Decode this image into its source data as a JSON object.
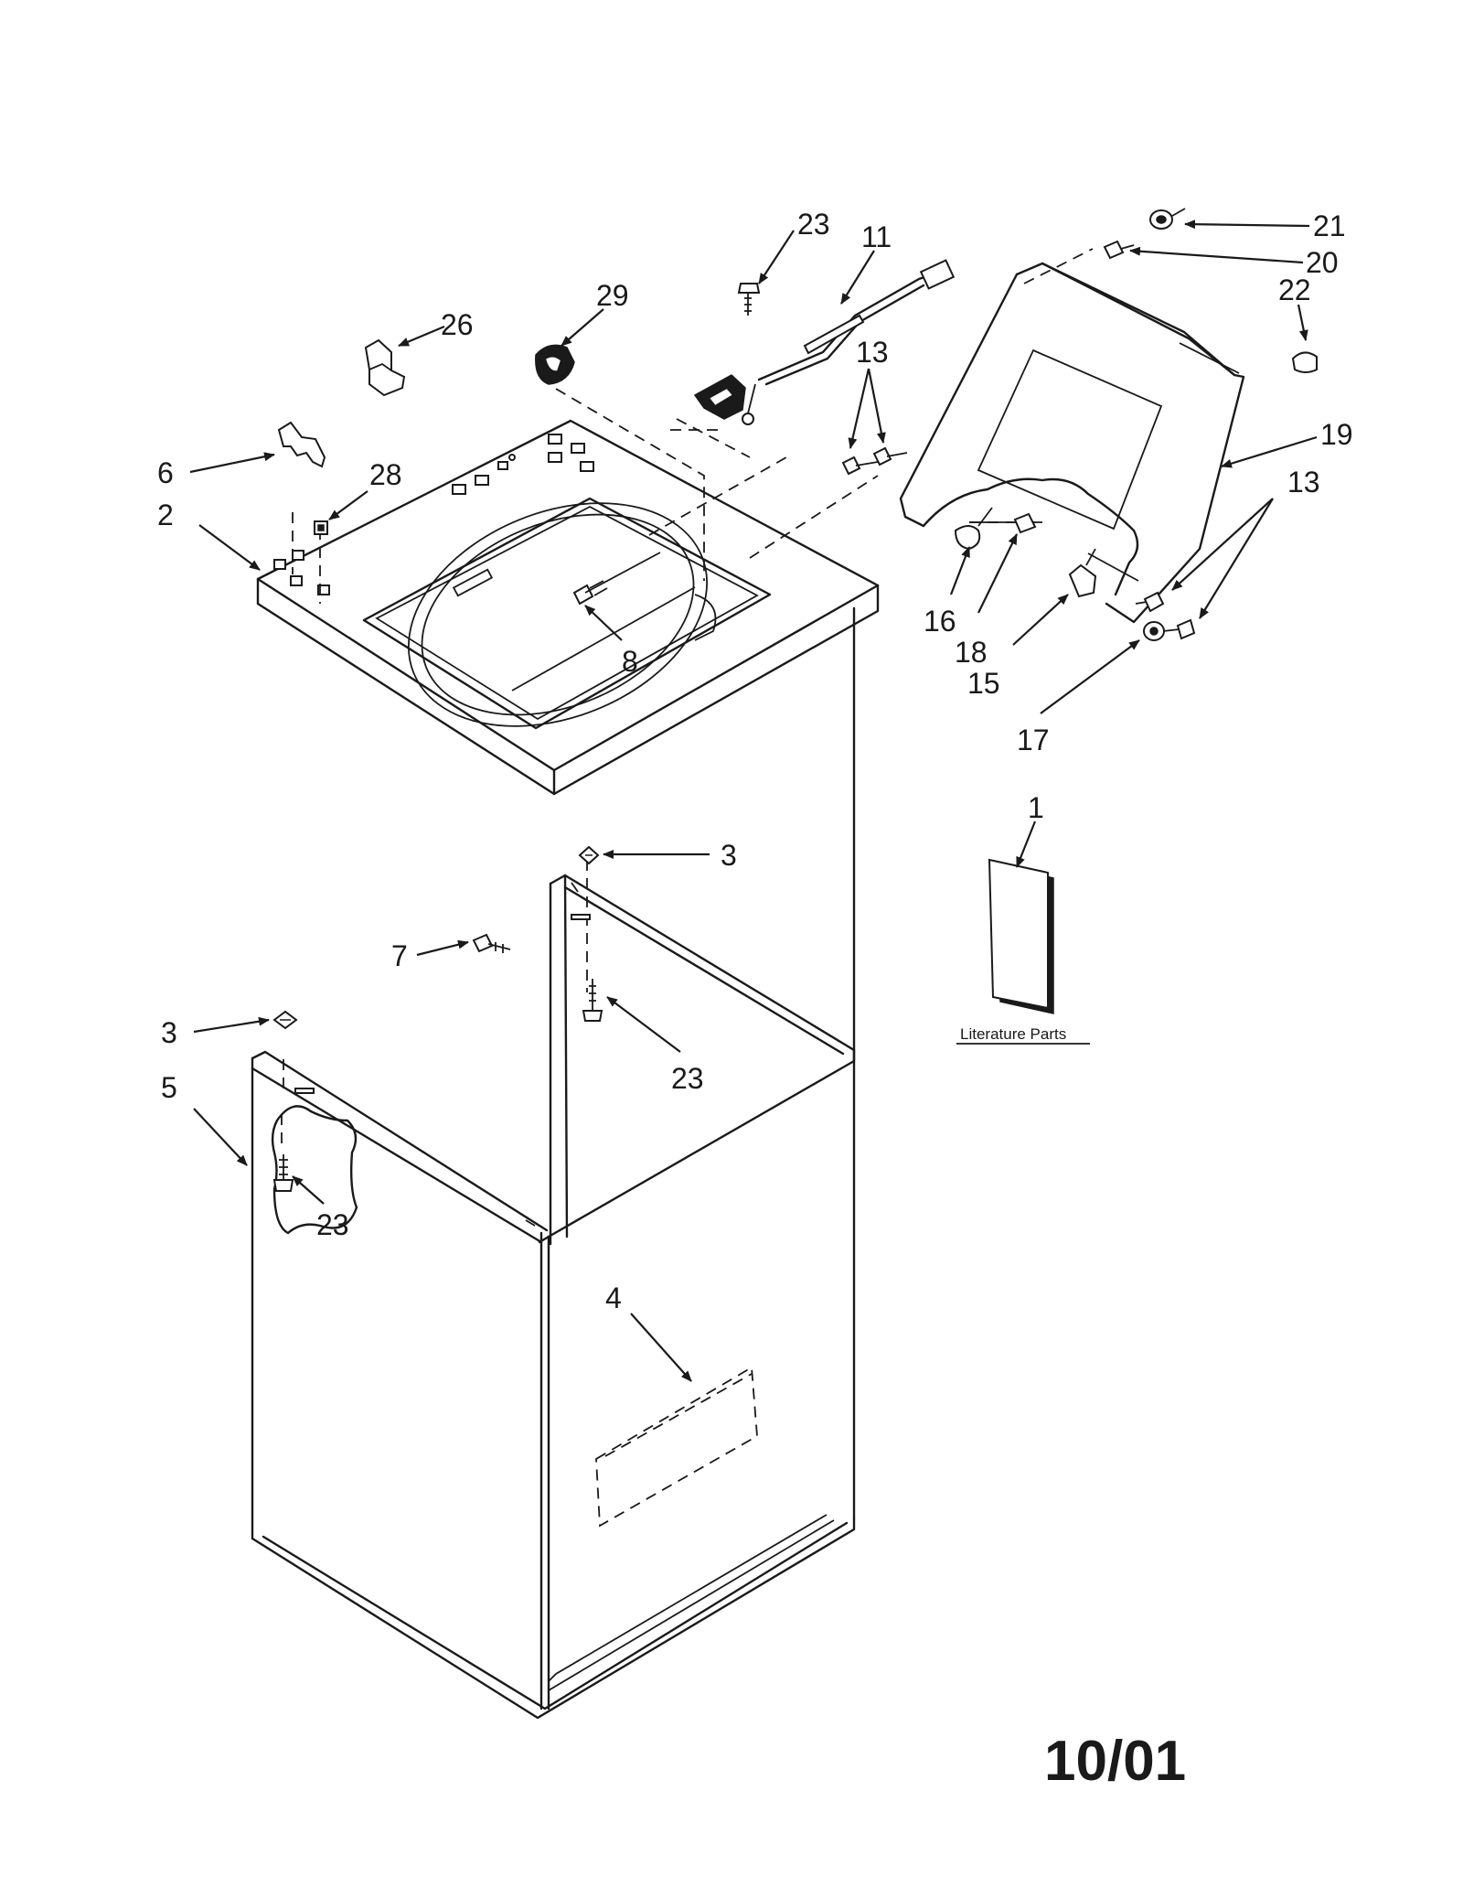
{
  "callouts": {
    "c1": "1",
    "c2": "2",
    "c3a": "3",
    "c3b": "3",
    "c4": "4",
    "c5": "5",
    "c6": "6",
    "c7": "7",
    "c8": "8",
    "c11": "11",
    "c13a": "13",
    "c13b": "13",
    "c15": "15",
    "c16": "16",
    "c17": "17",
    "c18": "18",
    "c19": "19",
    "c20": "20",
    "c21": "21",
    "c22": "22",
    "c23a": "23",
    "c23b": "23",
    "c23c": "23",
    "c26": "26",
    "c28": "28",
    "c29": "29"
  },
  "literature_label": "Literature Parts",
  "date_code": "10/01"
}
